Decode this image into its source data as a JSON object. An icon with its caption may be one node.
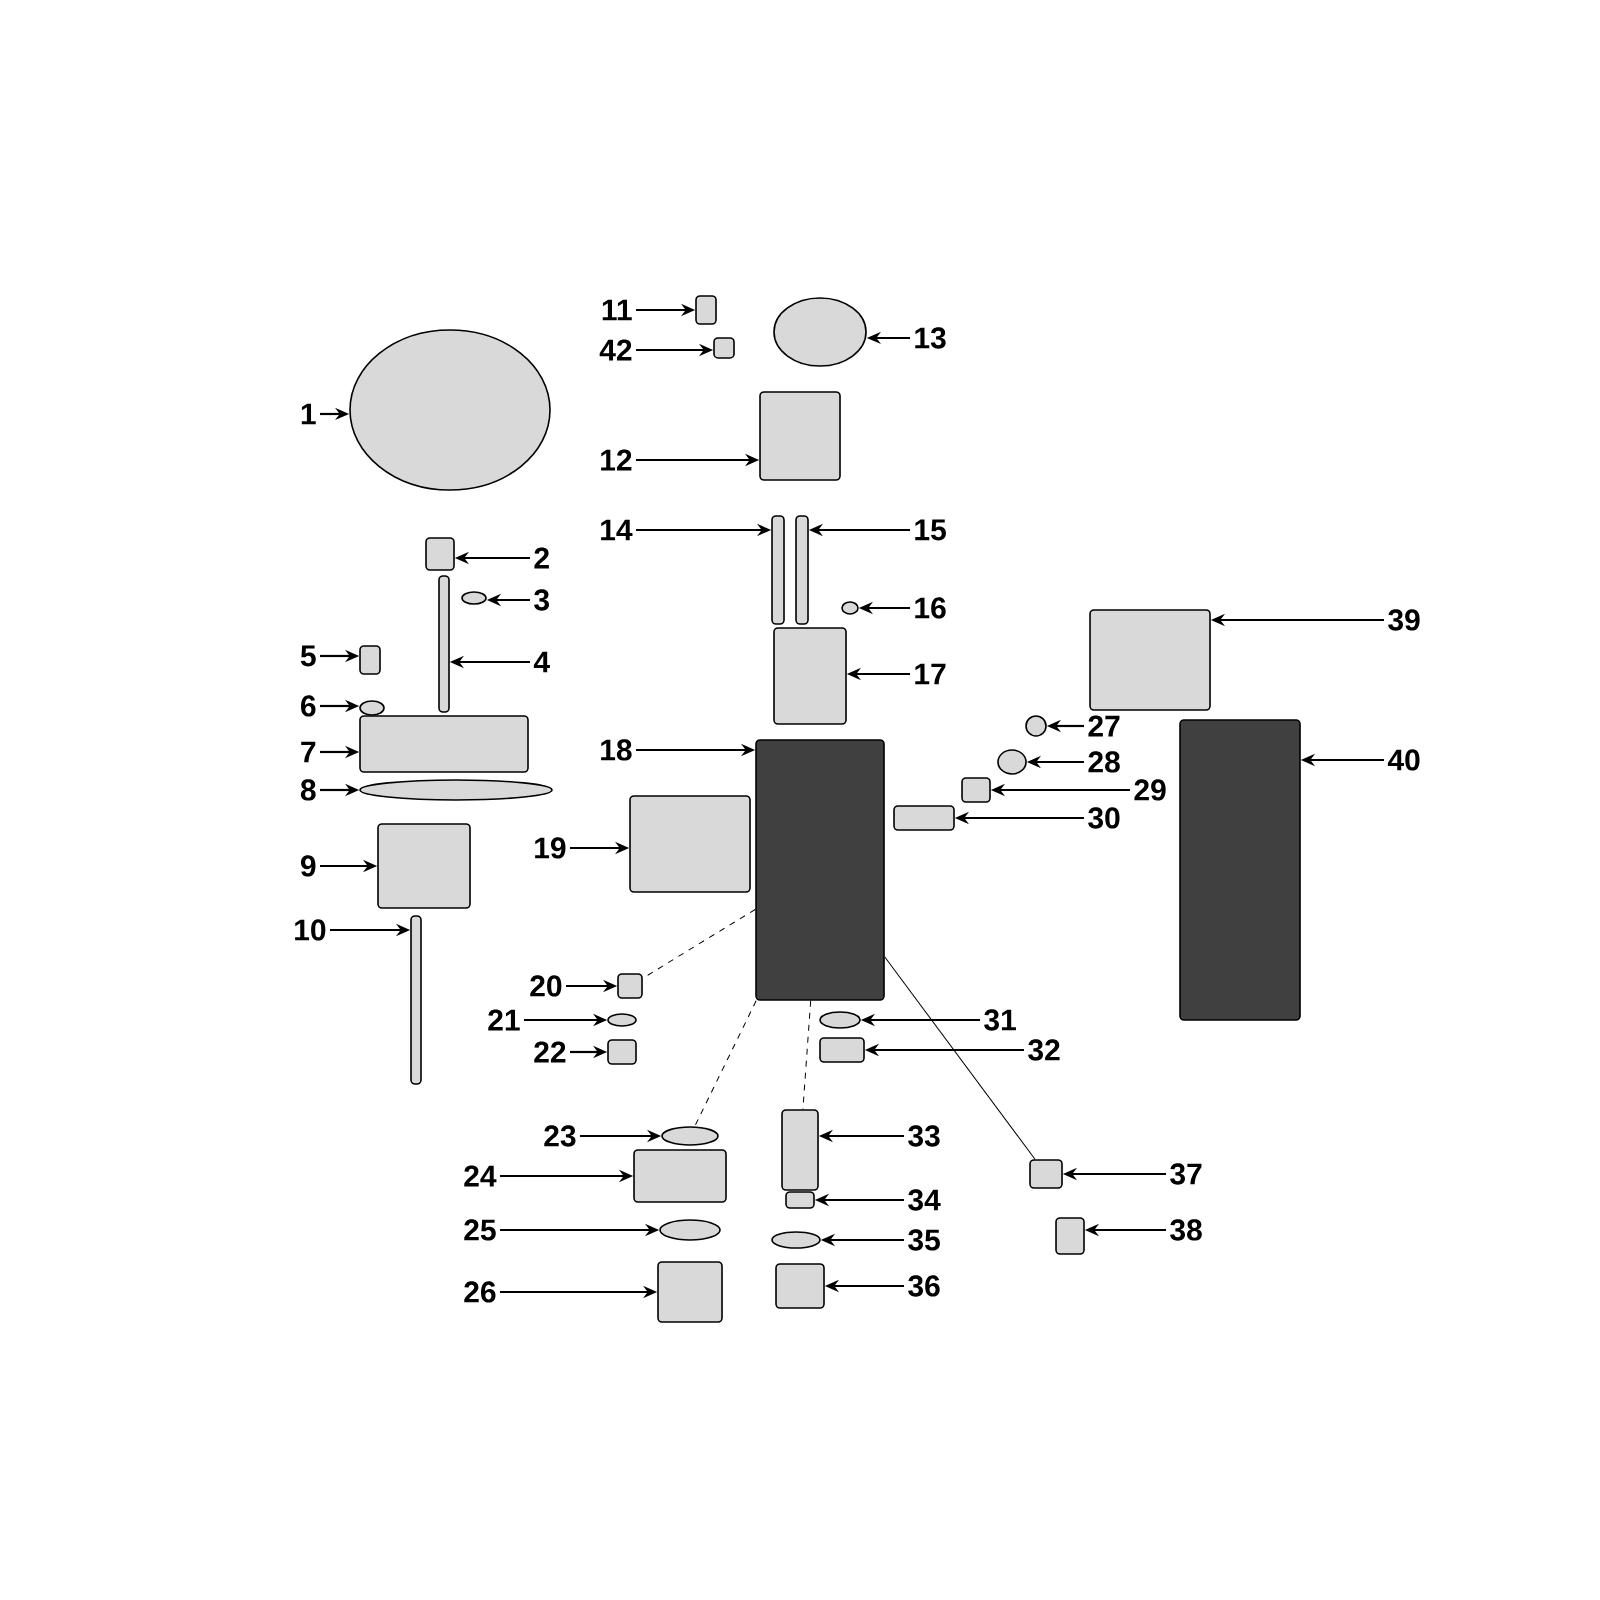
{
  "diagram": {
    "nodes": [
      {
        "text": [
          "1"
        ]
      },
      {
        "text": [],
        "shape": "circle"
      },
      {
        "text": [
          "2"
        ]
      },
      {
        "text": [],
        "shape": "box"
      },
      {
        "text": [
          "3"
        ]
      },
      {
        "text": [],
        "shape": "circle"
      },
      {
        "text": [
          "4"
        ]
      },
      {
        "text": [],
        "shape": "box"
      },
      {
        "text": [
          "5"
        ]
      },
      {
        "text": [],
        "shape": "box"
      },
      {
        "text": [
          "6"
        ]
      },
      {
        "text": [],
        "shape": "circle"
      },
      {
        "text": [
          "7"
        ]
      },
      {
        "text": [],
        "shape": "box"
      },
      {
        "text": [
          "8"
        ]
      },
      {
        "text": [],
        "shape": "circle"
      },
      {
        "text": [
          "9"
        ]
      },
      {
        "text": [],
        "shape": "box"
      },
      {
        "text": [
          "10"
        ]
      },
      {
        "text": [],
        "shape": "box"
      },
      {
        "text": [
          "11"
        ]
      },
      {
        "text": [],
        "shape": "box"
      },
      {
        "text": [
          "12"
        ]
      },
      {
        "text": [],
        "shape": "box"
      },
      {
        "text": [
          "13"
        ]
      },
      {
        "text": [],
        "shape": "circle"
      },
      {
        "text": [
          "14"
        ]
      },
      {
        "text": [],
        "shape": "box"
      },
      {
        "text": [
          "15"
        ]
      },
      {
        "text": [],
        "shape": "box"
      },
      {
        "text": [
          "16"
        ]
      },
      {
        "text": [],
        "shape": "circle"
      },
      {
        "text": [
          "17"
        ]
      },
      {
        "text": [],
        "shape": "box"
      },
      {
        "text": [
          "18"
        ]
      },
      {
        "text": [],
        "shape": "box"
      },
      {
        "text": [
          "19"
        ]
      },
      {
        "text": [],
        "shape": "box"
      },
      {
        "text": [
          "20"
        ]
      },
      {
        "text": [],
        "shape": "box"
      },
      {
        "text": [
          "21"
        ]
      },
      {
        "text": [],
        "shape": "circle"
      },
      {
        "text": [
          "22"
        ]
      },
      {
        "text": [],
        "shape": "box"
      },
      {
        "text": [
          "23"
        ]
      },
      {
        "text": [],
        "shape": "circle"
      },
      {
        "text": [
          "24"
        ]
      },
      {
        "text": [],
        "shape": "box"
      },
      {
        "text": [
          "25"
        ]
      },
      {
        "text": [],
        "shape": "circle"
      },
      {
        "text": [
          "26"
        ]
      },
      {
        "text": [],
        "shape": "box"
      },
      {
        "text": [
          "27"
        ]
      },
      {
        "text": [],
        "shape": "circle"
      },
      {
        "text": [
          "28"
        ]
      },
      {
        "text": [],
        "shape": "circle"
      },
      {
        "text": [
          "29"
        ]
      },
      {
        "text": [],
        "shape": "box"
      },
      {
        "text": [
          "30"
        ]
      },
      {
        "text": [],
        "shape": "box"
      },
      {
        "text": [
          "31"
        ]
      },
      {
        "text": [],
        "shape": "circle"
      },
      {
        "text": [
          "32"
        ]
      },
      {
        "text": [],
        "shape": "box"
      },
      {
        "text": [
          "33"
        ]
      },
      {
        "text": [],
        "shape": "box"
      },
      {
        "text": [
          "34"
        ]
      },
      {
        "text": [],
        "shape": "box"
      },
      {
        "text": [
          "35"
        ]
      },
      {
        "text": [],
        "shape": "circle"
      },
      {
        "text": [
          "36"
        ]
      },
      {
        "text": [],
        "shape": "box"
      },
      {
        "text": [
          "37"
        ]
      },
      {
        "text": [],
        "shape": "box"
      },
      {
        "text": [
          "38"
        ]
      },
      {
        "text": [],
        "shape": "box"
      },
      {
        "text": [
          "39"
        ]
      },
      {
        "text": [],
        "shape": "box"
      },
      {
        "text": [
          "40"
        ]
      },
      {
        "text": [],
        "shape": "box"
      },
      {
        "text": [
          "42"
        ]
      },
      {
        "text": [],
        "shape": "box"
      }
    ],
    "edges": [
      {
        "from": 0,
        "to": 1,
        "arrow": "to"
      },
      {
        "from": 2,
        "to": 3,
        "arrow": "to"
      },
      {
        "from": 4,
        "to": 5,
        "arrow": "to"
      },
      {
        "from": 6,
        "to": 7,
        "arrow": "to"
      },
      {
        "from": 8,
        "to": 9,
        "arrow": "to"
      },
      {
        "from": 10,
        "to": 11,
        "arrow": "to"
      },
      {
        "from": 12,
        "to": 13,
        "arrow": "to"
      },
      {
        "from": 14,
        "to": 15,
        "arrow": "to"
      },
      {
        "from": 16,
        "to": 17,
        "arrow": "to"
      },
      {
        "from": 18,
        "to": 19,
        "arrow": "to"
      },
      {
        "from": 20,
        "to": 21,
        "arrow": "to"
      },
      {
        "from": 22,
        "to": 23,
        "arrow": "to"
      },
      {
        "from": 24,
        "to": 25,
        "arrow": "to"
      },
      {
        "from": 26,
        "to": 27,
        "arrow": "to"
      },
      {
        "from": 28,
        "to": 29,
        "arrow": "to"
      },
      {
        "from": 30,
        "to": 31,
        "arrow": "to"
      },
      {
        "from": 32,
        "to": 33,
        "arrow": "to"
      },
      {
        "from": 34,
        "to": 35,
        "arrow": "to"
      },
      {
        "from": 36,
        "to": 37,
        "arrow": "to"
      },
      {
        "from": 38,
        "to": 39,
        "arrow": "to"
      },
      {
        "from": 40,
        "to": 41,
        "arrow": "to"
      },
      {
        "from": 42,
        "to": 43,
        "arrow": "to"
      },
      {
        "from": 44,
        "to": 45,
        "arrow": "to"
      },
      {
        "from": 46,
        "to": 47,
        "arrow": "to"
      },
      {
        "from": 48,
        "to": 49,
        "arrow": "to"
      },
      {
        "from": 50,
        "to": 51,
        "arrow": "to"
      },
      {
        "from": 52,
        "to": 53,
        "arrow": "to"
      },
      {
        "from": 54,
        "to": 55,
        "arrow": "to"
      },
      {
        "from": 56,
        "to": 57,
        "arrow": "to"
      },
      {
        "from": 58,
        "to": 59,
        "arrow": "to"
      },
      {
        "from": 60,
        "to": 61,
        "arrow": "to"
      },
      {
        "from": 62,
        "to": 63,
        "arrow": "to"
      },
      {
        "from": 64,
        "to": 65,
        "arrow": "to"
      },
      {
        "from": 66,
        "to": 67,
        "arrow": "to"
      },
      {
        "from": 68,
        "to": 69,
        "arrow": "to"
      },
      {
        "from": 70,
        "to": 71,
        "arrow": "to"
      },
      {
        "from": 72,
        "to": 73,
        "arrow": "to"
      },
      {
        "from": 74,
        "to": 75,
        "arrow": "to"
      },
      {
        "from": 76,
        "to": 77,
        "arrow": "to"
      },
      {
        "from": 78,
        "to": 79,
        "arrow": "to"
      },
      {
        "from": 80,
        "to": 81,
        "arrow": "to"
      },
      {
        "from": 35,
        "to": 39,
        "arrow": "none",
        "style": "dashed"
      },
      {
        "from": 35,
        "to": 45,
        "arrow": "none",
        "style": "dashed"
      },
      {
        "from": 35,
        "to": 65,
        "arrow": "none",
        "style": "dashed"
      },
      {
        "from": 35,
        "to": 73,
        "arrow": "none"
      }
    ]
  }
}
